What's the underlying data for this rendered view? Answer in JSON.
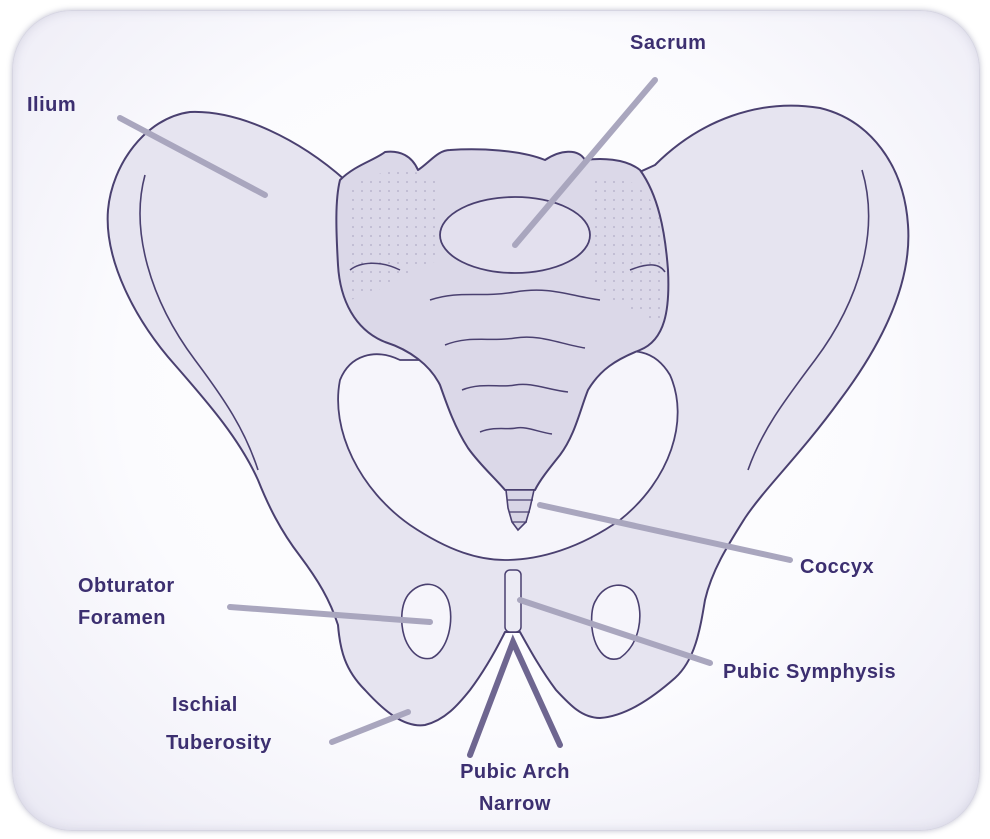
{
  "diagram": {
    "colors": {
      "bone_fill": "#e6e4f0",
      "sacrum_fill": "#dbd8e8",
      "outline": "#4a4070",
      "pointer": "#a9a6be",
      "label": "#3c2f70"
    },
    "labels": {
      "ilium": "Ilium",
      "sacrum": "Sacrum",
      "coccyx": "Coccyx",
      "obturator_foramen_line1": "Obturator",
      "obturator_foramen_line2": "Foramen",
      "pubic_symphysis": "Pubic Symphysis",
      "ischial_tuberosity_line1": "Ischial",
      "ischial_tuberosity_line2": "Tuberosity",
      "pubic_arch_line1": "Pubic Arch",
      "pubic_arch_line2": "Narrow"
    }
  }
}
